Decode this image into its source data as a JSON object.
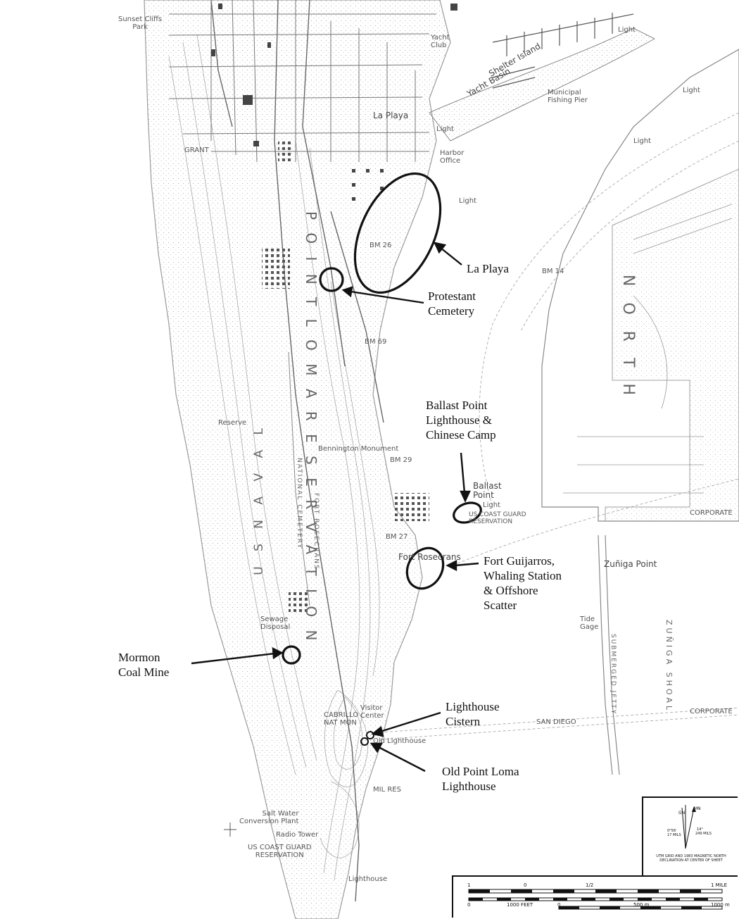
{
  "map_labels": {
    "sunset_cliffs": "Sunset Cliffs\nPark",
    "la_playa": "La Playa",
    "yacht_club": "Yacht\nClub",
    "shelter_island": "Shelter Island",
    "yacht_basin": "Yacht Basin",
    "municipal_pier": "Municipal\nFishing Pier",
    "light_1": "Light",
    "light_2": "Light",
    "light_3": "Light",
    "light_4": "Light",
    "light_5": "Light",
    "harbor_office": "Harbor\nOffice",
    "bm26": "BM 26",
    "bm69": "BM 69",
    "bm29": "BM 29",
    "bm27": "BM 27",
    "bm14": "BM 14",
    "cabrillo_monument": "Bennington Monument",
    "ballast_point": "Ballast\nPoint",
    "ballast_light": "Light",
    "coast_guard_res": "US COAST GUARD\nRESERVATION",
    "fort_rosecrans": "Fort Rosecrans",
    "zuniga_point": "Zuñiga Point",
    "tide_gage": "Tide\nGage",
    "sewage_disposal": "Sewage\nDisposal",
    "visitor_center": "Visitor\nCenter",
    "cabrillo_nat_mon": "CABRILLO\nNAT MON",
    "old_lighthouse": "Old Lighthouse",
    "san_diego": "SAN DIEGO",
    "corporate_1": "CORPORATE",
    "corporate_2": "CORPORATE",
    "salt_water": "Salt Water\nConversion Plant",
    "radio_tower": "Radio Tower",
    "coast_guard_res_2": "US COAST GUARD\nRESERVATION",
    "lighthouse_bottom": "Lighthouse",
    "mil_res": "MIL RES",
    "grant": "GRANT",
    "north": "N O R T H",
    "point_loma_res": "P O I N T   L O M A   R E S E R V A T I O N",
    "us_naval": "U S   N A V A L",
    "cemetery": "NATIONAL CEMETERY",
    "fort_rosecrans_vert": "FORT ROSECRANS",
    "submerged_jetty": "SUBMERGED JETTY",
    "zuniga_shoal": "ZUÑIGA SHOAL",
    "reserve": "Reserve"
  },
  "annotations": [
    {
      "id": "la-playa",
      "lines": [
        "La Playa"
      ]
    },
    {
      "id": "protestant-cemetery",
      "lines": [
        "Protestant",
        "Cemetery"
      ]
    },
    {
      "id": "ballast-point",
      "lines": [
        "Ballast Point",
        "Lighthouse &",
        "Chinese Camp"
      ]
    },
    {
      "id": "fort-guijarros",
      "lines": [
        "Fort Guijarros,",
        "Whaling Station",
        "& Offshore",
        "Scatter"
      ]
    },
    {
      "id": "mormon-coal-mine",
      "lines": [
        "Mormon",
        "Coal Mine"
      ]
    },
    {
      "id": "lighthouse-cistern",
      "lines": [
        "Lighthouse",
        "Cistern"
      ]
    },
    {
      "id": "old-point-loma",
      "lines": [
        "Old Point Loma",
        "Lighthouse"
      ]
    }
  ],
  "compass": {
    "gn": "GN",
    "mn": "MN",
    "angle_1": "0°56'",
    "angle_1_mils": "17 MILS",
    "angle_2": "14°",
    "angle_2_mils": "249 MILS",
    "caption": "UTM GRID AND 1983 MAGNETIC NORTH DECLINATION AT CENTER OF SHEET"
  },
  "scale": {
    "mile_0": "1",
    "mile_half": "1/2",
    "mile_0b": "0",
    "mile_1": "1 MILE",
    "feet_0": "0",
    "feet_1000": "1000 FEET",
    "m_0": "0",
    "m_500": "500 m",
    "m_1000": "1000 m"
  }
}
